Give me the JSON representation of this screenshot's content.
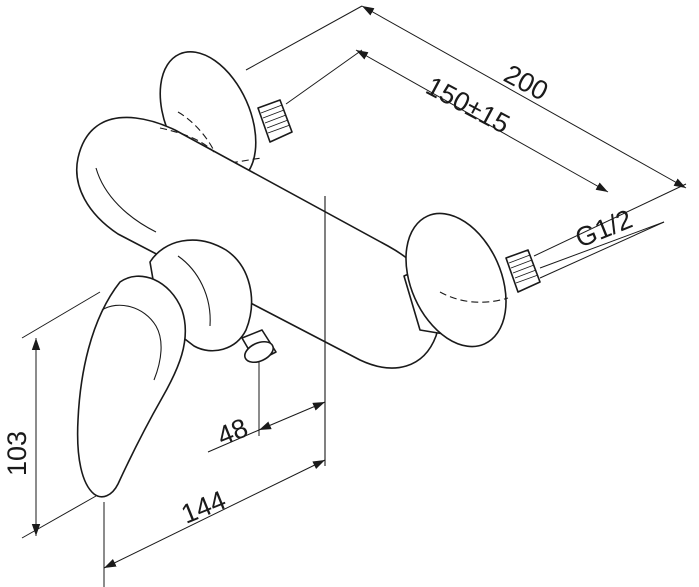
{
  "dimensions": {
    "overall_width": "200",
    "connection_spacing": "150±15",
    "thread_size": "G1/2",
    "height": "103",
    "outlet_offset": "48",
    "total_depth": "144"
  }
}
